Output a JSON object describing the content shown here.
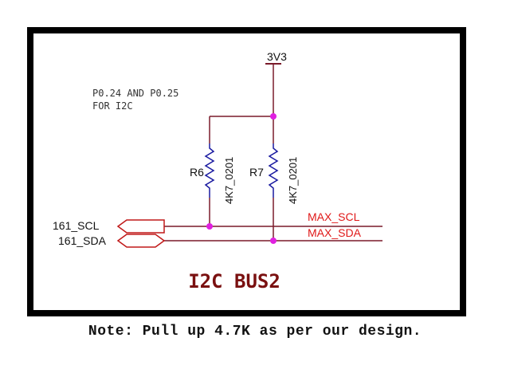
{
  "schematic": {
    "power_label": "3V3",
    "comment_line1": "P0.24 AND P0.25",
    "comment_line2": "FOR I2C",
    "resistors": [
      {
        "designator": "R6",
        "value": "4K7_0201"
      },
      {
        "designator": "R7",
        "value": "4K7_0201"
      }
    ],
    "ports": {
      "scl": "161_SCL",
      "sda": "161_SDA"
    },
    "nets": {
      "scl": "MAX_SCL",
      "sda": "MAX_SDA"
    },
    "title": "I2C BUS2"
  },
  "note": "Note: Pull up 4.7K as per our design.",
  "colors": {
    "frame": "#000000",
    "wire": "#7a1a2a",
    "resistor": "#1a1aa0",
    "junction": "#e020e0",
    "net_label": "#e01818",
    "port": "#c01818",
    "title": "#7a1010",
    "comment": "#333333"
  }
}
